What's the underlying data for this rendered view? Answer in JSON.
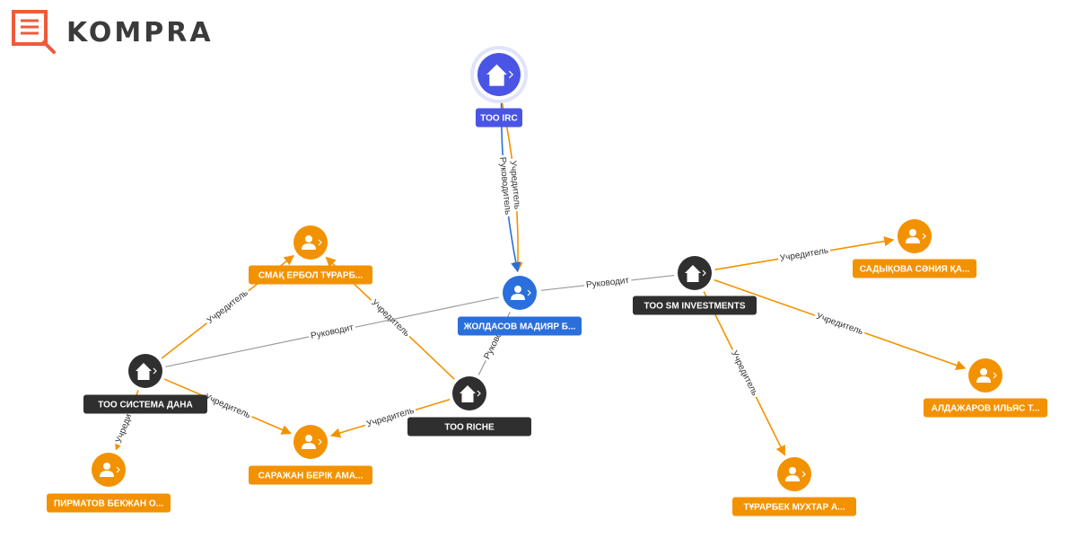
{
  "brand": {
    "name": "KOMPRA",
    "icon": "magnifier-document-icon",
    "color": "#ef5a3c"
  },
  "colors": {
    "orange": "#f39200",
    "dark": "#2f2f2f",
    "blue": "#2a6fdb",
    "indigo": "#4a55e6",
    "gray_edge": "#9a9a9a",
    "blue_edge": "#2a6fdb"
  },
  "nodes": [
    {
      "id": "irc",
      "label": "ТОО IRC",
      "kind": "company",
      "color": "indigo",
      "icon": "building-icon",
      "highlighted": true
    },
    {
      "id": "smak",
      "label": "СМАҚ ЕРБОЛ ТҰРАРБ...",
      "kind": "person",
      "color": "orange",
      "icon": "person-icon"
    },
    {
      "id": "zholdasov",
      "label": "ЖОЛДАСОВ МАДИЯР Б...",
      "kind": "person",
      "color": "blue",
      "icon": "person-icon"
    },
    {
      "id": "sm",
      "label": "ТОО SM INVESTMENTS",
      "kind": "company",
      "color": "dark",
      "icon": "building-icon"
    },
    {
      "id": "sadykova",
      "label": "САДЫҚОВА СӘНИЯ ҚА...",
      "kind": "person",
      "color": "orange",
      "icon": "person-icon"
    },
    {
      "id": "sistema",
      "label": "ТОО СИСТЕМА ДАНА",
      "kind": "company",
      "color": "dark",
      "icon": "building-icon"
    },
    {
      "id": "riche",
      "label": "ТОО RICHE",
      "kind": "company",
      "color": "dark",
      "icon": "building-icon"
    },
    {
      "id": "aldazharov",
      "label": "АЛДАЖАРОВ ИЛЬЯС Т...",
      "kind": "person",
      "color": "orange",
      "icon": "person-icon"
    },
    {
      "id": "sarazhan",
      "label": "САРАЖАН БЕРІК АМА...",
      "kind": "person",
      "color": "orange",
      "icon": "person-icon"
    },
    {
      "id": "pirmatov",
      "label": "ПИРМАТОВ БЕКЖАН О...",
      "kind": "person",
      "color": "orange",
      "icon": "person-icon"
    },
    {
      "id": "turarbek",
      "label": "ТҰРАРБЕК МУХТАР А...",
      "kind": "person",
      "color": "orange",
      "icon": "person-icon"
    }
  ],
  "edges": [
    {
      "from": "irc",
      "to": "zholdasov",
      "label": "Учредитель",
      "color": "orange",
      "arrow": true
    },
    {
      "from": "irc",
      "to": "zholdasov",
      "label": "Руководитель",
      "color": "blue_edge",
      "arrow": true
    },
    {
      "from": "sistema",
      "to": "smak",
      "label": "Учредитель",
      "color": "orange",
      "arrow": true
    },
    {
      "from": "riche",
      "to": "smak",
      "label": "Учредитель",
      "color": "orange",
      "arrow": true
    },
    {
      "from": "sistema",
      "to": "zholdasov",
      "label": "Руководит",
      "color": "gray_edge",
      "arrow": false
    },
    {
      "from": "riche",
      "to": "zholdasov",
      "label": "Руковод",
      "color": "gray_edge",
      "arrow": false
    },
    {
      "from": "sm",
      "to": "zholdasov",
      "label": "Руководит",
      "color": "gray_edge",
      "arrow": false
    },
    {
      "from": "sm",
      "to": "sadykova",
      "label": "Учредитель",
      "color": "orange",
      "arrow": true
    },
    {
      "from": "sm",
      "to": "aldazharov",
      "label": "Учредитель",
      "color": "orange",
      "arrow": true
    },
    {
      "from": "sm",
      "to": "turarbek",
      "label": "Учредитель",
      "color": "orange",
      "arrow": true
    },
    {
      "from": "sistema",
      "to": "sarazhan",
      "label": "Учредитель",
      "color": "orange",
      "arrow": true
    },
    {
      "from": "riche",
      "to": "sarazhan",
      "label": "Учредитель",
      "color": "orange",
      "arrow": true
    },
    {
      "from": "sistema",
      "to": "pirmatov",
      "label": "Учредитель",
      "color": "orange",
      "arrow": true
    }
  ]
}
